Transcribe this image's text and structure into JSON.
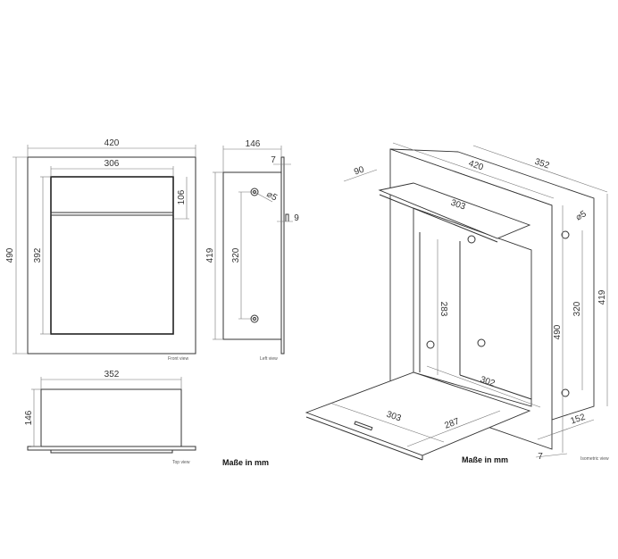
{
  "front_view": {
    "caption": "Front view",
    "width": "420",
    "height": "490",
    "inner_width": "306",
    "inner_height": "392",
    "slot_height": "106"
  },
  "left_view": {
    "caption": "Left view",
    "depth": "146",
    "plate": "7",
    "hole_dia": "⌀5",
    "hole_spacing": "320",
    "height": "419",
    "lip": "9"
  },
  "top_view": {
    "caption": "Top view",
    "width": "352",
    "depth": "146"
  },
  "isometric_view": {
    "caption": "Isometric view",
    "width": "420",
    "depth": "352",
    "flap_depth": "90",
    "flap_width": "303",
    "hole_dia": "⌀5",
    "hole_spacing": "320",
    "box_height": "419",
    "inner_height": "283",
    "total_height": "490",
    "inner_width": "302",
    "door_width": "303",
    "door_depth": "287",
    "box_depth": "152",
    "plate": "7"
  },
  "units_note": "Maße in mm"
}
